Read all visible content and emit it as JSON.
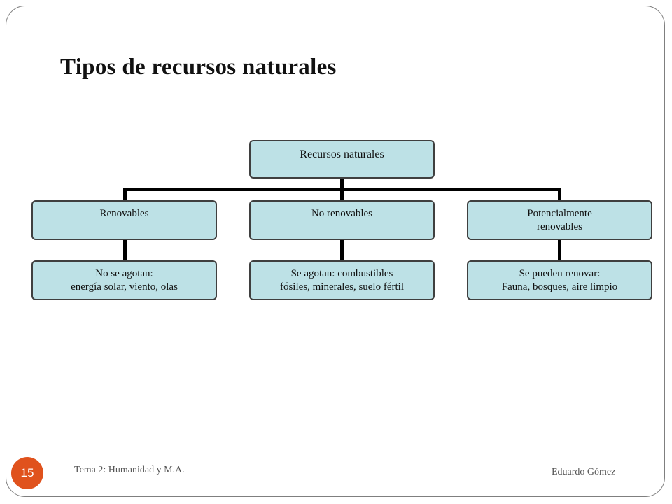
{
  "slide": {
    "title": "Tipos de recursos naturales",
    "page_number": "15",
    "footer_left": "Tema 2: Humanidad y M.A.",
    "footer_right": "Eduardo Gómez"
  },
  "diagram": {
    "root": "Recursos naturales",
    "categories": [
      {
        "label": "Renovables",
        "detail": "No se agotan:\nenergía solar, viento, olas"
      },
      {
        "label": "No renovables",
        "detail": "Se agotan: combustibles\nfósiles, minerales, suelo fértil"
      },
      {
        "label": "Potencialmente\nrenovables",
        "detail": "Se pueden renovar:\nFauna, bosques, aire limpio"
      }
    ],
    "colors": {
      "box_fill": "#bde1e6",
      "box_border": "#3f3f3f",
      "connector": "#000000",
      "page_badge": "#e0521d"
    }
  }
}
